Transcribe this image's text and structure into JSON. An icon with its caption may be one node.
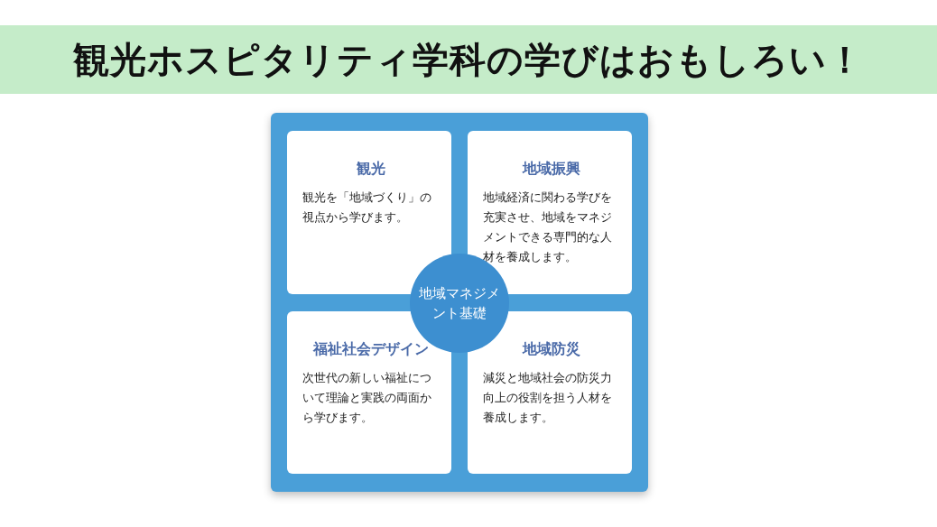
{
  "diagram": {
    "title": "観光ホスピタリティ学科の学びはおもしろい！",
    "nodes": [
      {
        "text": [],
        "shape": "box"
      },
      {
        "text": [
          "観光",
          "観光を「地域づくり」の視点から学びます。"
        ],
        "in": 0
      },
      {
        "text": [
          "地域振興",
          "地域経済に関わる学びを充実させ、地域をマネジメントできる専門的な人材を養成します。"
        ],
        "in": 0
      },
      {
        "text": [
          "福祉社会デザイン",
          "次世代の新しい福祉について理論と実践の両面から学びます。"
        ],
        "in": 0
      },
      {
        "text": [
          "地域防災",
          "減災と地域社会の防災力向上の役割を担う人材を養成します。"
        ],
        "in": 0
      },
      {
        "text": [
          "地域マネジメント基礎"
        ],
        "in": 0
      }
    ]
  }
}
